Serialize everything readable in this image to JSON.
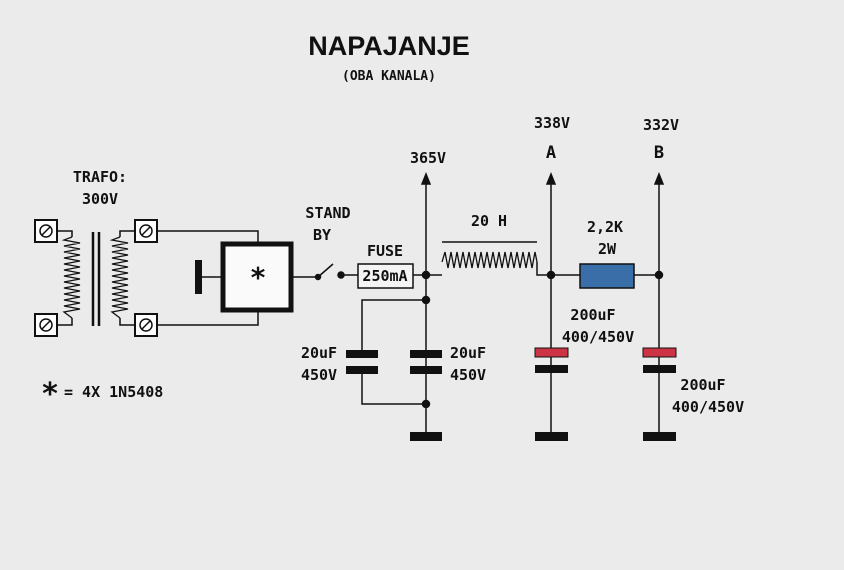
{
  "title": "NAPAJANJE",
  "subtitle": "(OBA KANALA)",
  "labels": {
    "trafo": "TRAFO:",
    "trafo_voltage": "300V",
    "bridge_symbol": "*",
    "legend_star": "*",
    "legend_text": "= 4X 1N5408",
    "stand_by_1": "STAND",
    "stand_by_2": "BY",
    "fuse": "FUSE",
    "fuse_value": "250mA",
    "v365": "365V",
    "choke": "20 H",
    "resistor_value": "2,2K",
    "resistor_power": "2W",
    "node_a_voltage": "338V",
    "node_a": "A",
    "node_b_voltage": "332V",
    "node_b": "B",
    "cap1_value": "20uF",
    "cap1_voltage": "450V",
    "cap2_value": "20uF",
    "cap2_voltage": "450V",
    "cap3_value": "200uF",
    "cap3_voltage": "400/450V",
    "cap4_value": "200uF",
    "cap4_voltage": "400/450V"
  },
  "colors": {
    "background": "#ebebeb",
    "wire": "#111111",
    "resistor_fill": "#3a6ea8",
    "cap_positive_plate": "#cc3344"
  }
}
